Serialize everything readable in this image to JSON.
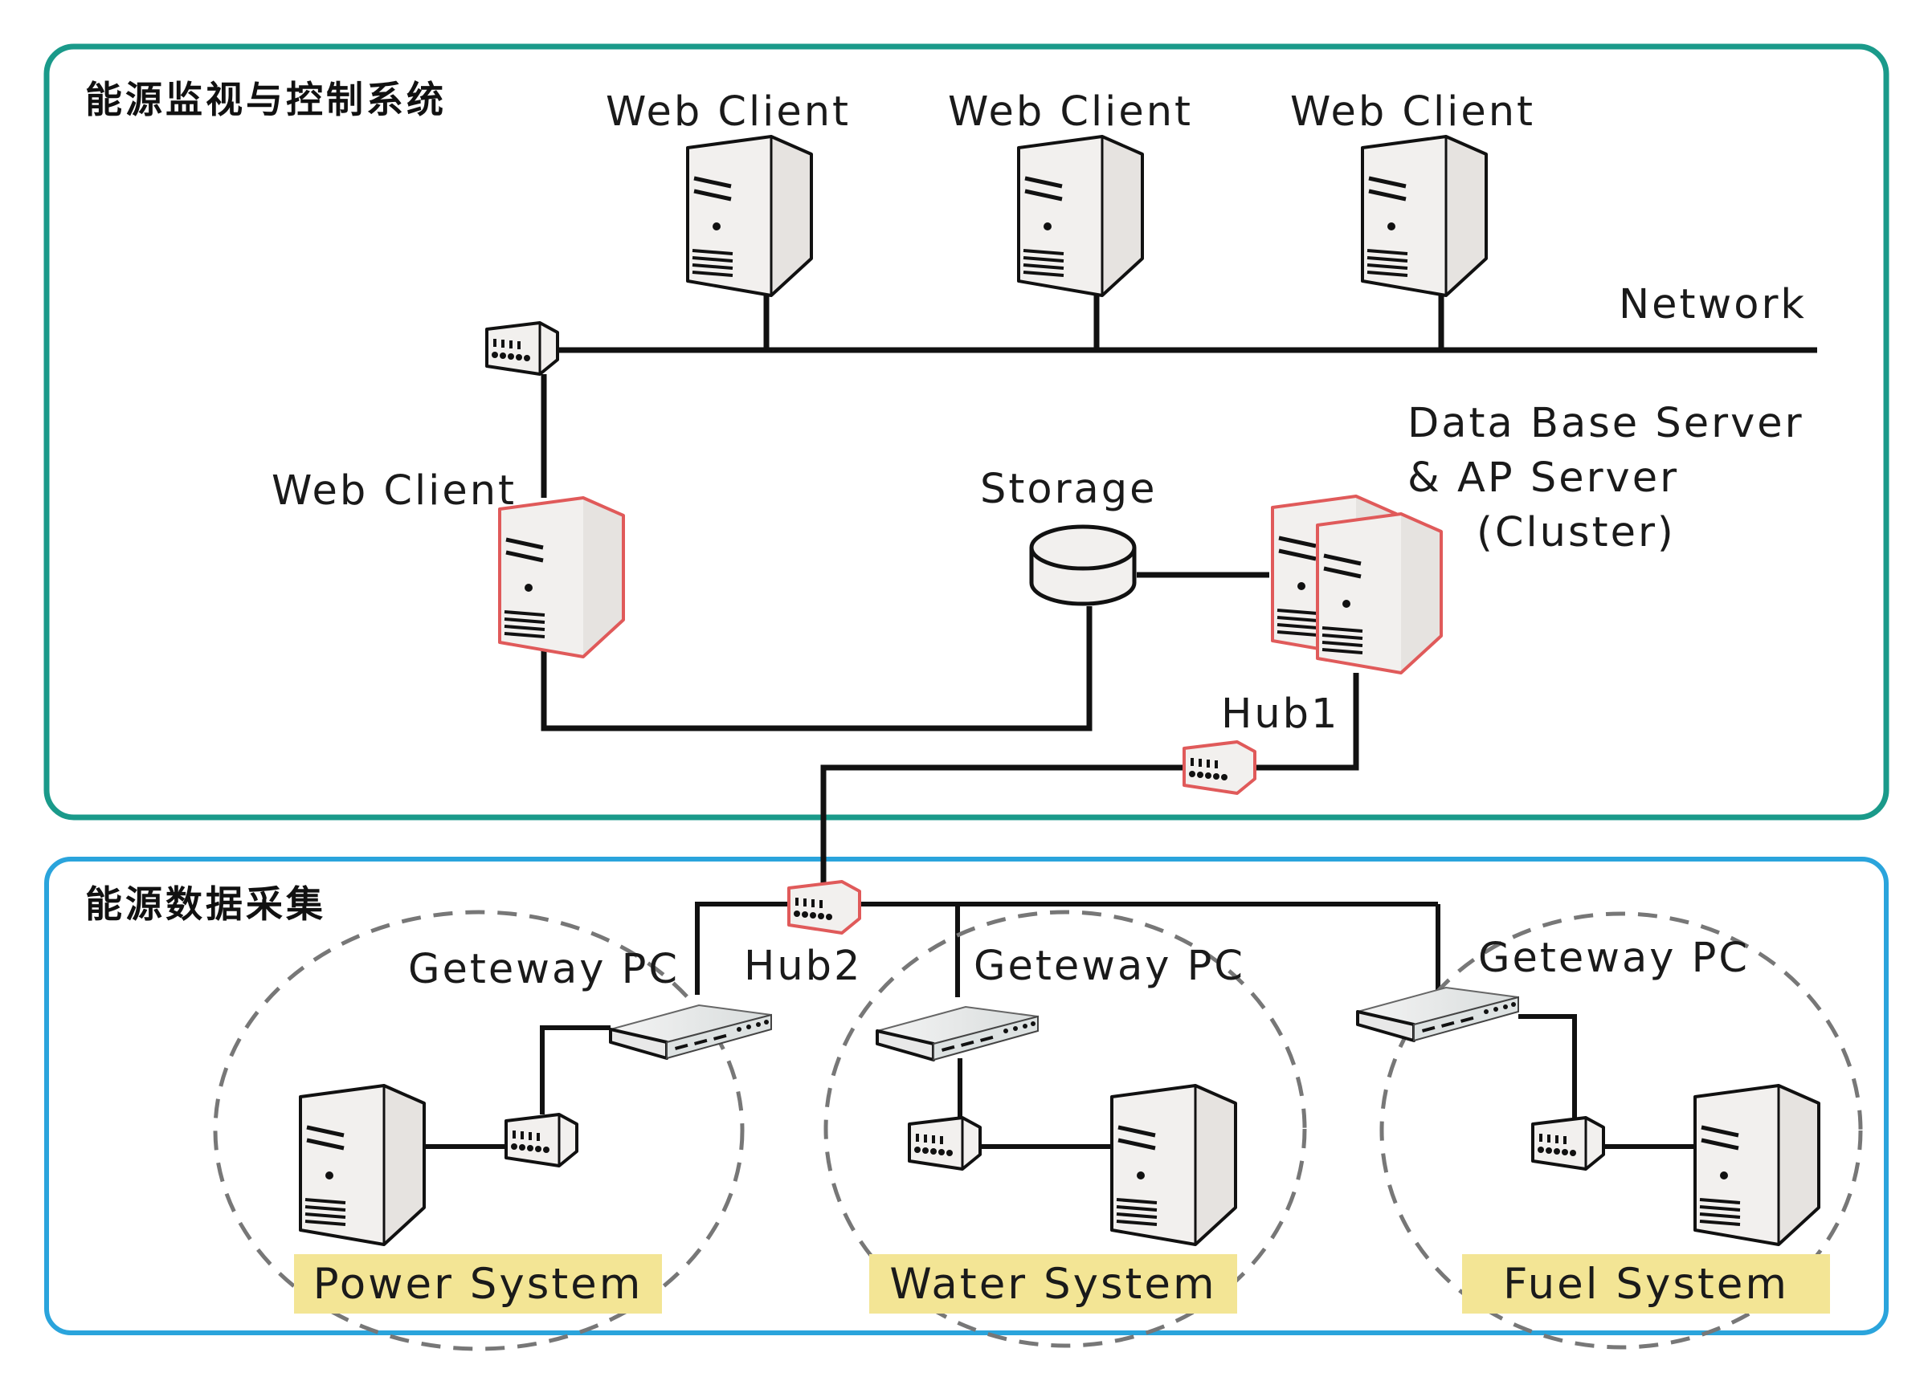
{
  "sections": {
    "control": {
      "title": "能源监视与控制系统",
      "color": "#1a9a8a"
    },
    "acquisition": {
      "title": "能源数据采集",
      "color": "#2aa4dc"
    }
  },
  "labels": {
    "web_client": "Web Client",
    "network": "Network",
    "storage": "Storage",
    "db_server_line1": "Data Base Server",
    "db_server_line2": "& AP Server",
    "db_server_line3": "(Cluster)",
    "hub1": "Hub1",
    "hub2": "Hub2",
    "gateway": "Geteway PC"
  },
  "systems": {
    "power": "Power System",
    "water": "Water System",
    "fuel": "Fuel System",
    "highlight_color": "#f3e595"
  },
  "colors": {
    "highlight_outline": "#e05a5a",
    "line": "#111111",
    "device_fill": "#f2f0ee",
    "dashed": "#777777"
  }
}
